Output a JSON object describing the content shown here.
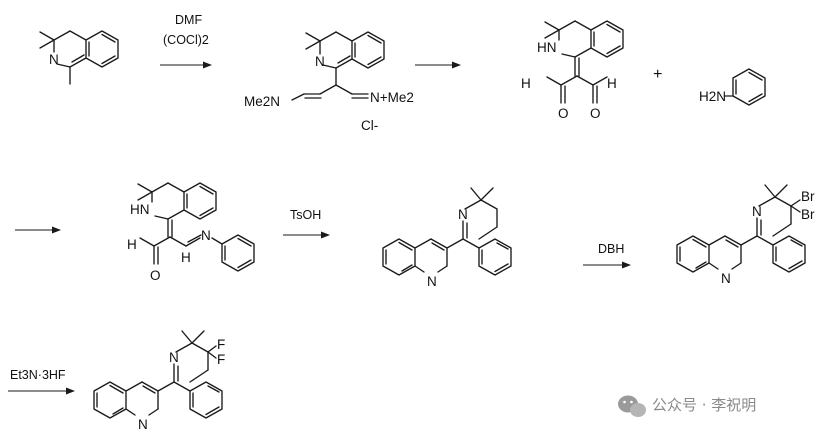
{
  "scheme": {
    "step1": {
      "reagent_line1": "DMF",
      "reagent_line2": "(COCl)2"
    },
    "step4": {
      "reagent": "TsOH"
    },
    "step5": {
      "reagent": "DBH"
    },
    "step6": {
      "reagent": "Et3N·3HF"
    },
    "plus": "+",
    "atoms": {
      "n": "N",
      "hn": "HN",
      "h2n": "H2N",
      "me2n": "Me2N",
      "nme2": "N+Me2",
      "cl": "Cl-",
      "o": "O",
      "h": "H",
      "br": "Br",
      "f": "F"
    }
  },
  "watermark": {
    "text": "公众号 · 李祝明",
    "icon": "wechat-icon"
  }
}
